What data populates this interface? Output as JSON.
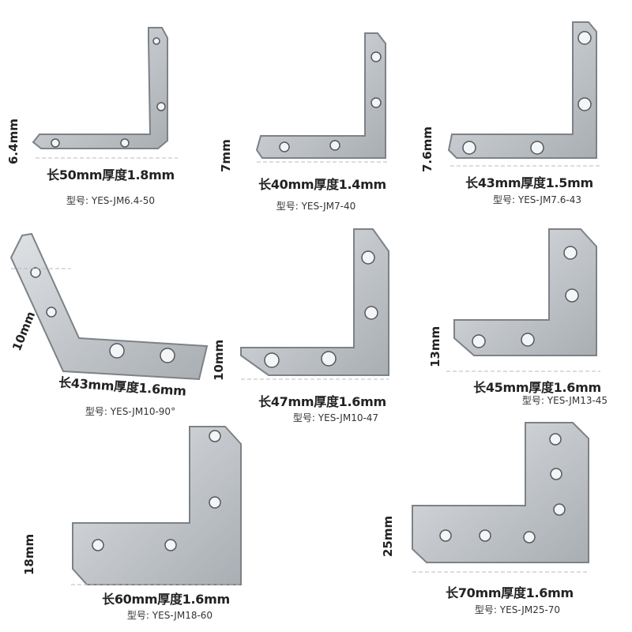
{
  "products": [
    {
      "height": "6.4mm",
      "dimensions": "长50mm厚度1.8mm",
      "model": "型号: YES-JM6.4-50"
    },
    {
      "height": "7mm",
      "dimensions": "长40mm厚度1.4mm",
      "model": "型号: YES-JM7-40"
    },
    {
      "height": "7.6mm",
      "dimensions": "长43mm厚度1.5mm",
      "model": "型号: YES-JM7.6-43"
    },
    {
      "height": "10mm",
      "dimensions": "长43mm厚度1.6mm",
      "model": "型号: YES-JM10-90°"
    },
    {
      "height": "10mm",
      "dimensions": "长47mm厚度1.6mm",
      "model": "型号: YES-JM10-47"
    },
    {
      "height": "13mm",
      "dimensions": "长45mm厚度1.6mm",
      "model": "型号: YES-JM13-45"
    },
    {
      "height": "18mm",
      "dimensions": "长60mm厚度1.6mm",
      "model": "型号: YES-JM18-60"
    },
    {
      "height": "25mm",
      "dimensions": "长70mm厚度1.6mm",
      "model": "型号: YES-JM25-70"
    }
  ],
  "colors": {
    "metal": "#c9cdd1",
    "metal_edge": "#7d8287",
    "text": "#222222"
  }
}
